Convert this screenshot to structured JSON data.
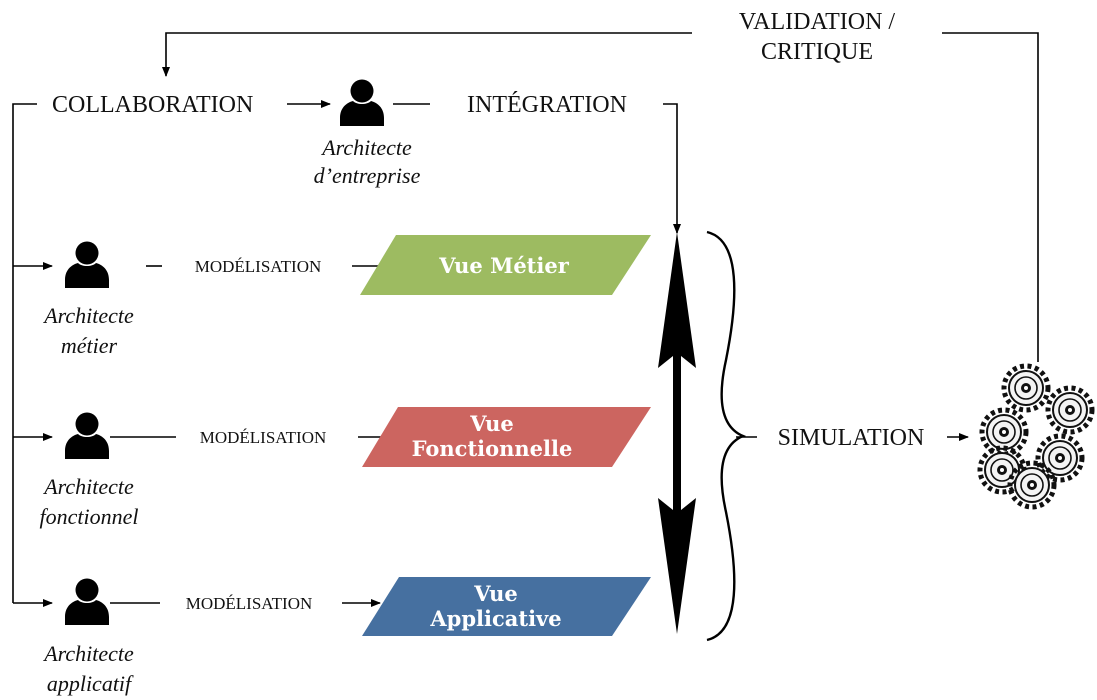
{
  "labels": {
    "validation": "VALIDATION /",
    "critique": "CRITIQUE",
    "collaboration": "COLLABORATION",
    "integration": "INTÉGRATION",
    "simulation": "SIMULATION",
    "modelisation_1": "MODÉLISATION",
    "modelisation_2": "MODÉLISATION",
    "modelisation_3": "MODÉLISATION"
  },
  "roles": {
    "entreprise": [
      "Architecte",
      "d’entreprise"
    ],
    "metier": [
      "Architecte",
      "métier"
    ],
    "fonctionnel": [
      "Architecte",
      "fonctionnel"
    ],
    "applicatif": [
      "Architecte",
      "applicatif"
    ]
  },
  "views": {
    "metier": {
      "lines": [
        "Vue Métier"
      ],
      "color": "#9dbb61"
    },
    "fonctionnelle": {
      "lines": [
        "Vue",
        "Fonctionnelle"
      ],
      "color": "#cc6560"
    },
    "applicative": {
      "lines": [
        "Vue",
        "Applicative"
      ],
      "color": "#4670a0"
    }
  },
  "icons": {
    "person": "person-icon",
    "simulation": "gears-icon"
  }
}
